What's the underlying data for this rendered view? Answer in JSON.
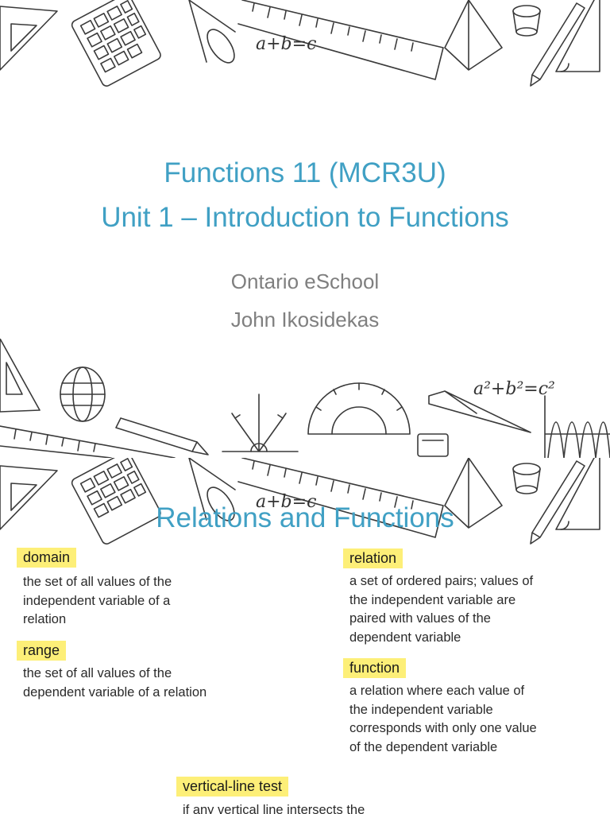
{
  "slide1": {
    "title_line1": "Functions 11 (MCR3U)",
    "title_line2": "Unit 1 – Introduction to Functions",
    "subtitle_line1": "Ontario eSchool",
    "subtitle_line2": "John Ikosidekas",
    "doodle_formula_top": "a+b=c",
    "doodle_formula_bottom": "a²+b²=c²"
  },
  "slide2": {
    "title": "Relations and Functions",
    "doodle_formula": "a+b=c",
    "terms": [
      {
        "term": "domain",
        "definition": [
          "the set of all values of the",
          "independent variable of a",
          "relation"
        ]
      },
      {
        "term": "range",
        "definition": [
          "the set of all values of the",
          "dependent variable of a relation"
        ]
      },
      {
        "term": "relation",
        "definition": [
          "a set of ordered pairs; values of",
          "the independent variable are",
          "paired with values of the",
          "dependent variable"
        ]
      },
      {
        "term": "function",
        "definition": [
          "a relation where each value of",
          "the independent variable",
          "corresponds with only one value",
          "of the dependent variable"
        ]
      },
      {
        "term": "vertical-line test",
        "definition": [
          "if any vertical line intersects the"
        ]
      }
    ]
  },
  "colors": {
    "title": "#40a0c4",
    "subtitle": "#7f7f7f",
    "highlight": "#fdef78"
  }
}
